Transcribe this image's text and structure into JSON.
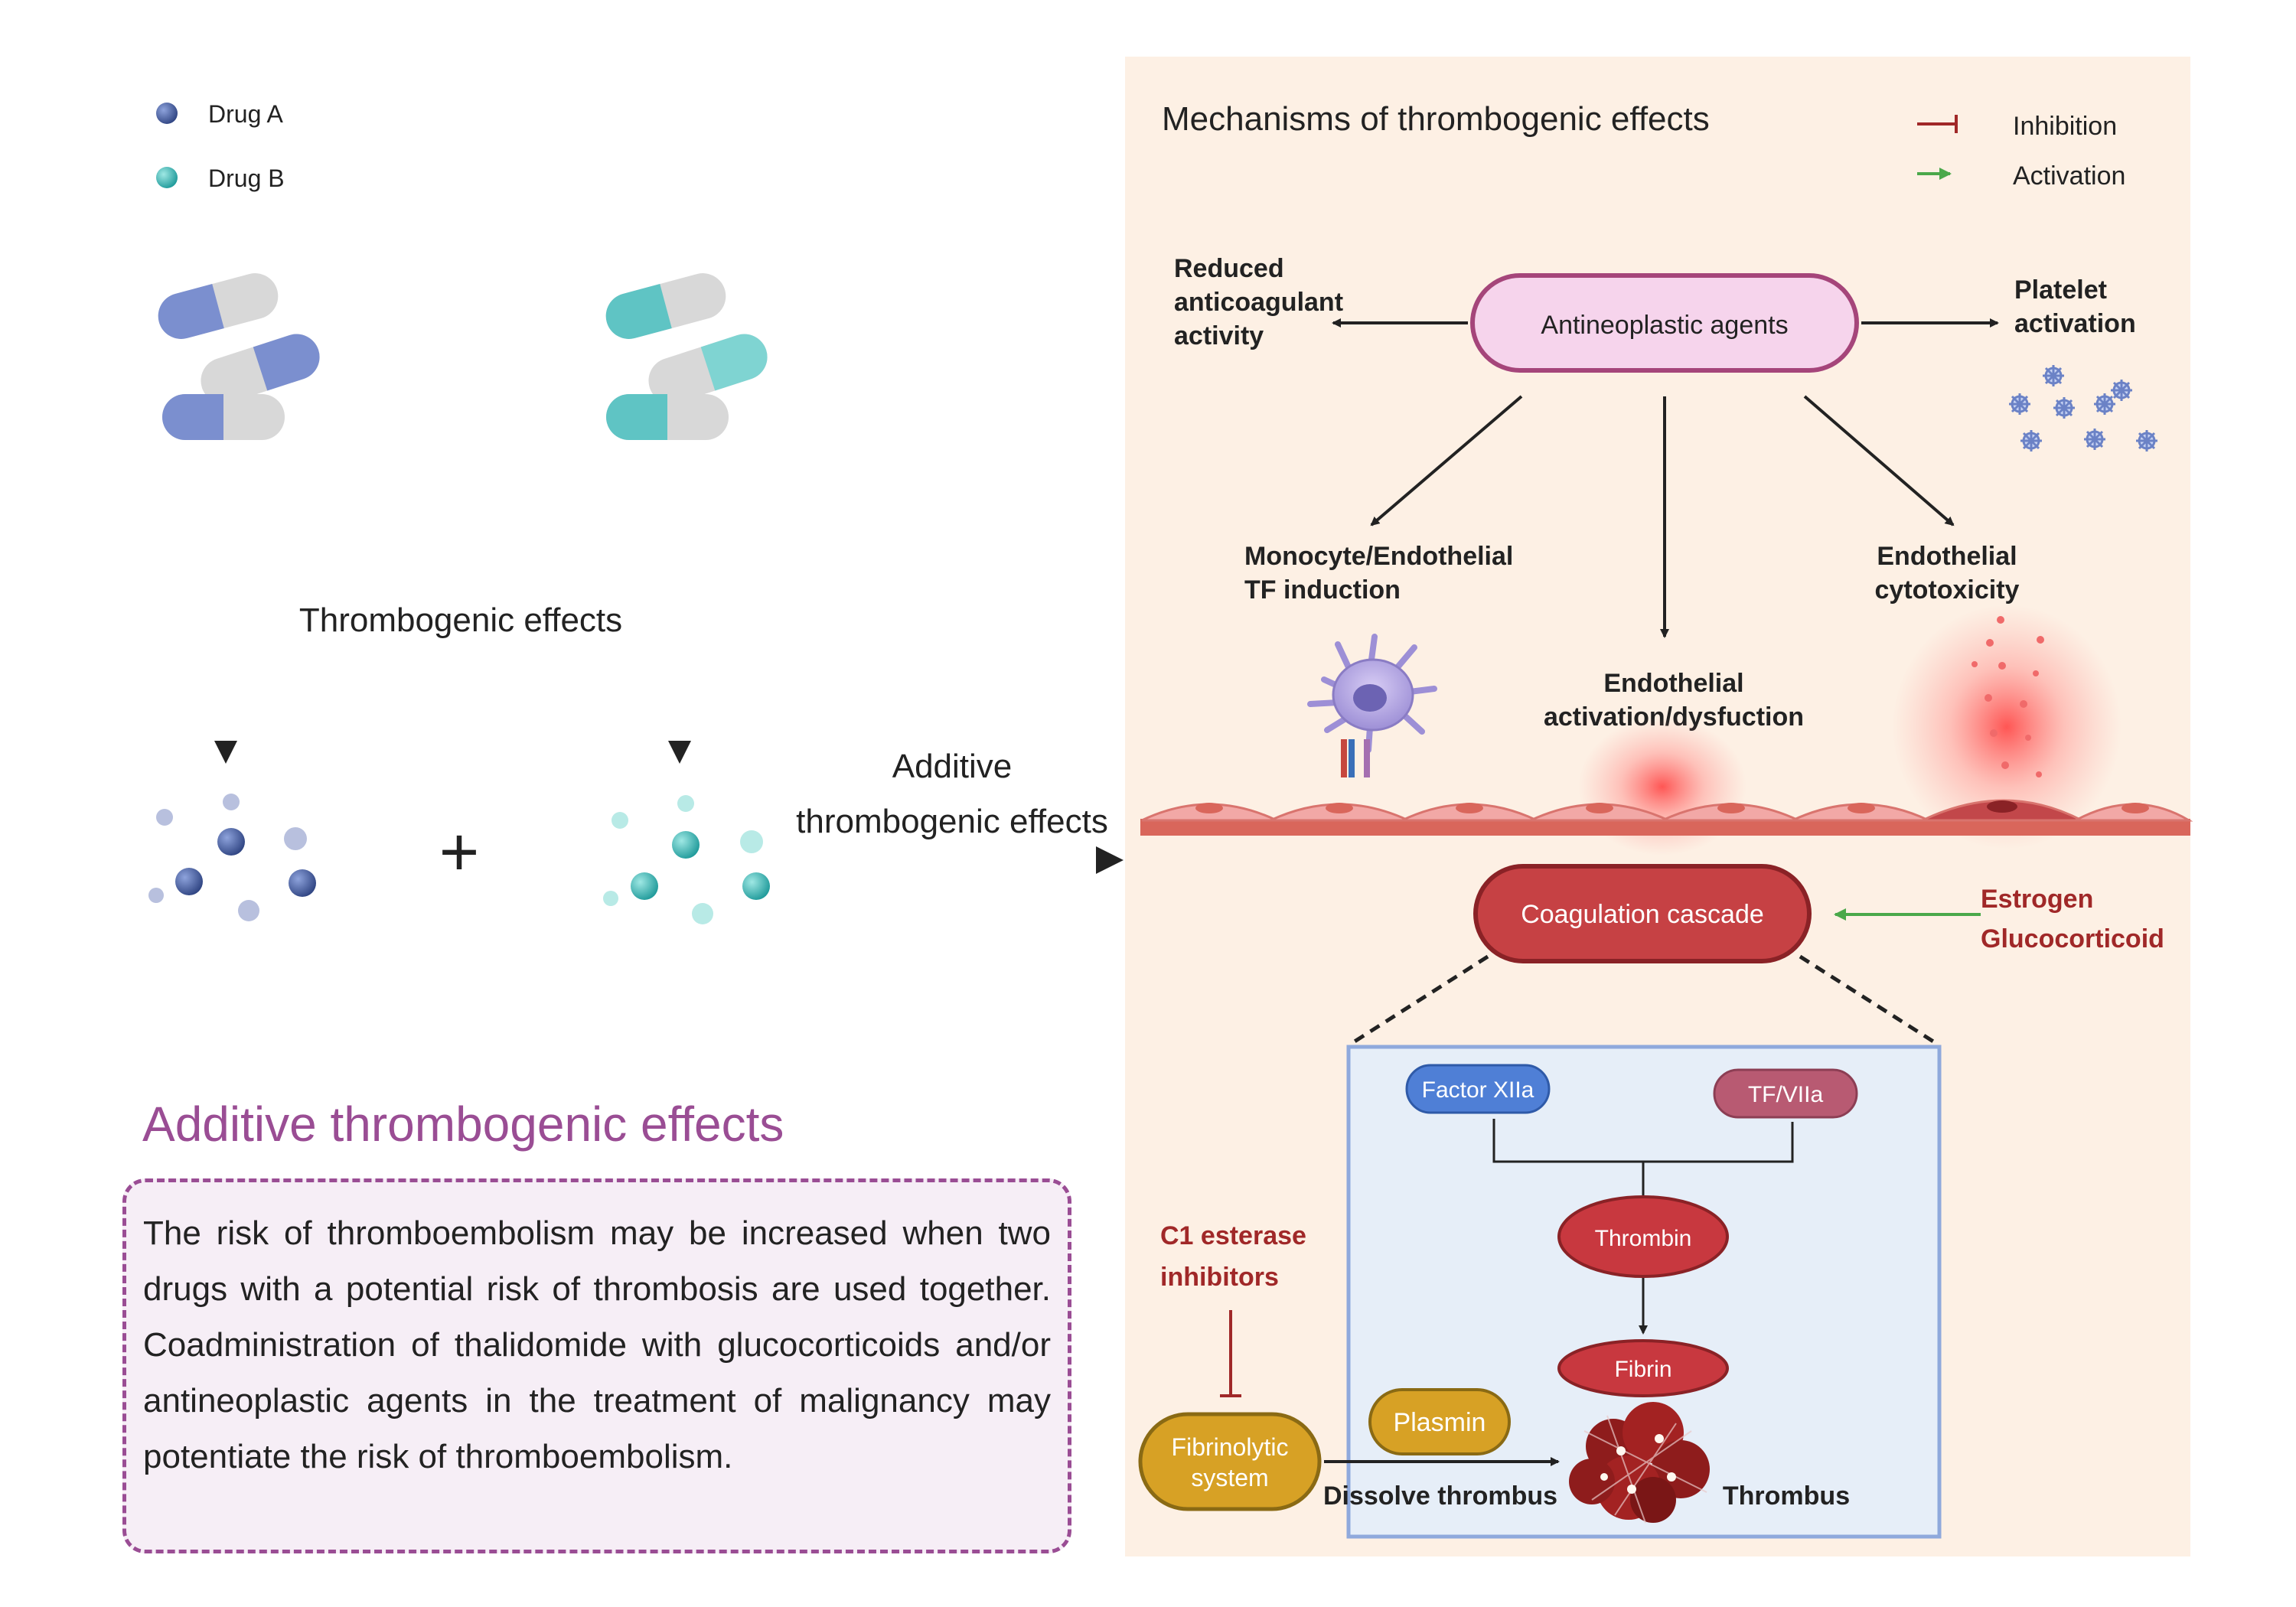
{
  "legend_drugs": {
    "drug_a": "Drug A",
    "drug_b": "Drug B"
  },
  "left_flow": {
    "thrombogenic_effects": "Thrombogenic effects",
    "plus_symbol": "+",
    "additive_line1": "Additive",
    "additive_line2": "thrombogenic effects"
  },
  "note": {
    "title": "Additive thrombogenic effects",
    "body": "The risk of thromboembolism may be increased when two drugs with a potential risk of thrombosis are used together. Coadministration of thalidomide with glucocorticoids and/or antineoplastic agents in the treatment of malignancy may potentiate the risk of thromboembolism."
  },
  "mechanism": {
    "title": "Mechanisms of thrombogenic effects",
    "legend_inhibition": "Inhibition",
    "legend_activation": "Activation",
    "center_node": "Antineoplastic agents",
    "reduced_l1": "Reduced",
    "reduced_l2": "anticoagulant",
    "reduced_l3": "activity",
    "platelet_l1": "Platelet",
    "platelet_l2": "activation",
    "monocyte_l1": "Monocyte/Endothelial",
    "monocyte_l2": "TF induction",
    "endo_act_l1": "Endothelial",
    "endo_act_l2": "activation/dysfuction",
    "endo_cyto_l1": "Endothelial",
    "endo_cyto_l2": "cytotoxicity",
    "coagulation": "Coagulation cascade",
    "estrogen": "Estrogen",
    "glucocorticoid": "Glucocorticoid",
    "factor_xiia": "Factor XIIa",
    "tf_viia": "TF/VIIa",
    "thrombin": "Thrombin",
    "fibrin": "Fibrin",
    "plasmin": "Plasmin",
    "c1_l1": "C1 esterase",
    "c1_l2": "inhibitors",
    "fibrinolytic_l1": "Fibrinolytic",
    "fibrinolytic_l2": "system",
    "dissolve": "Dissolve thrombus",
    "thrombus": "Thrombus"
  },
  "colors": {
    "drug_a": "#4a5f9e",
    "drug_b": "#3fb5b5",
    "panel_bg": "#fdf0e4",
    "center_node_fill": "#f6d4ec",
    "center_node_stroke": "#a5457a",
    "coag_fill": "#c64144",
    "inhibition": "#a02828",
    "activation": "#4aa84a",
    "factor_xiia": "#4f7fd6",
    "tf_viia": "#b85a72",
    "thrombin": "#c8383f",
    "plasmin": "#d7a125",
    "inset_bg": "#e6eef8",
    "inset_border": "#8fa9dc",
    "note_purple": "#9a4d94"
  }
}
